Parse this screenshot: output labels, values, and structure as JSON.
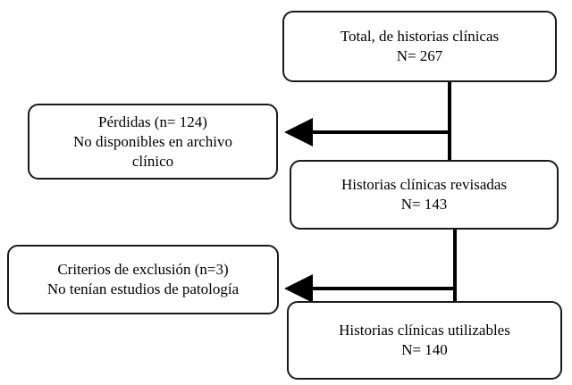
{
  "diagram": {
    "nodes": [
      {
        "id": "total",
        "lines": [
          "Total, de historias clínicas",
          "N= 267"
        ]
      },
      {
        "id": "perdidas",
        "lines": [
          "Pérdidas (n= 124)",
          "No disponibles en archivo",
          "clínico"
        ]
      },
      {
        "id": "revisadas",
        "lines": [
          "Historias clínicas revisadas",
          "N= 143"
        ]
      },
      {
        "id": "exclusion",
        "lines": [
          "Criterios de exclusión (n=3)",
          "No tenían estudios de patología"
        ]
      },
      {
        "id": "utilizables",
        "lines": [
          "Historias clínicas utilizables",
          "N= 140"
        ]
      }
    ],
    "edges": [
      {
        "from": "total",
        "to": "revisadas",
        "arrow": false
      },
      {
        "from": "total",
        "to": "perdidas",
        "arrow": true
      },
      {
        "from": "revisadas",
        "to": "utilizables",
        "arrow": false
      },
      {
        "from": "revisadas",
        "to": "exclusion",
        "arrow": true
      }
    ],
    "line_color": "#000000",
    "border_color": "#1a1a1a"
  }
}
